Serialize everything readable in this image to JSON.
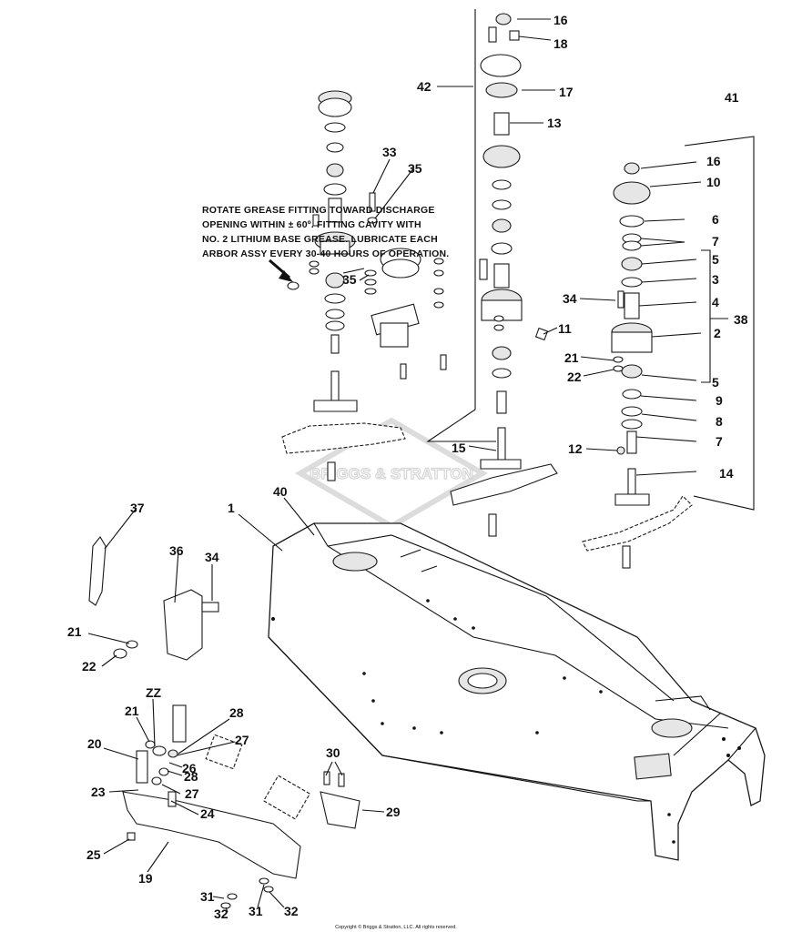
{
  "note": {
    "lines": [
      "ROTATE GREASE FITTING TOWARD DISCHARGE",
      "OPENING WITHIN ± 60º.  FITTING CAVITY WITH",
      "NO. 2 LITHIUM BASE GREASE.  LUBRICATE EACH",
      "ARBOR ASSY EVERY 30-40 HOURS OF OPERATION."
    ]
  },
  "watermark": "BRIGGS & STRATTON",
  "copyright": "Copyright © Briggs & Stratton, LLC. All rights reserved.",
  "callouts": [
    "16",
    "18",
    "42",
    "17",
    "13",
    "41",
    "16",
    "10",
    "6",
    "7",
    "5",
    "3",
    "4",
    "34",
    "2",
    "38",
    "33",
    "35",
    "35",
    "11",
    "21",
    "22",
    "5",
    "9",
    "8",
    "7",
    "12",
    "15",
    "14",
    "40",
    "1",
    "37",
    "36",
    "34",
    "21",
    "22",
    "ZZ",
    "21",
    "28",
    "27",
    "26",
    "28",
    "20",
    "27",
    "23",
    "24",
    "30",
    "29",
    "25",
    "19",
    "31",
    "32",
    "31",
    "32"
  ]
}
